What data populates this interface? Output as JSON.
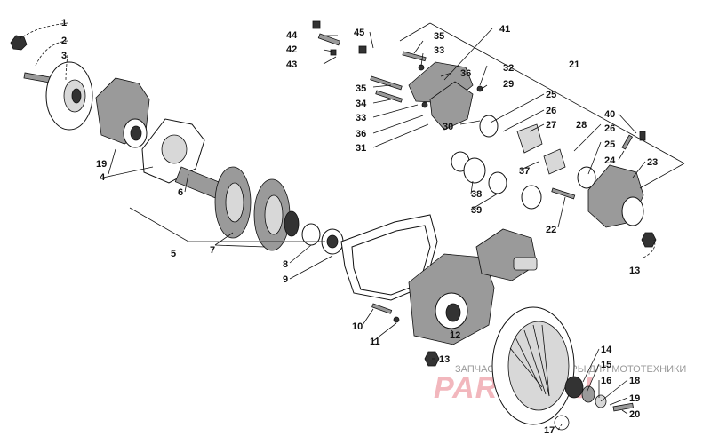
{
  "callouts": [
    {
      "id": "c1",
      "text": "1"
    },
    {
      "id": "c2",
      "text": "2"
    },
    {
      "id": "c3",
      "text": "3"
    },
    {
      "id": "c4",
      "text": "4"
    },
    {
      "id": "c5",
      "text": "5"
    },
    {
      "id": "c6",
      "text": "6"
    },
    {
      "id": "c7",
      "text": "7"
    },
    {
      "id": "c8",
      "text": "8"
    },
    {
      "id": "c9",
      "text": "9"
    },
    {
      "id": "c10",
      "text": "10"
    },
    {
      "id": "c11",
      "text": "11"
    },
    {
      "id": "c12",
      "text": "12"
    },
    {
      "id": "c13a",
      "text": "13"
    },
    {
      "id": "c13b",
      "text": "13"
    },
    {
      "id": "c14",
      "text": "14"
    },
    {
      "id": "c15",
      "text": "15"
    },
    {
      "id": "c16",
      "text": "16"
    },
    {
      "id": "c17",
      "text": "17"
    },
    {
      "id": "c18",
      "text": "18"
    },
    {
      "id": "c19a",
      "text": "19"
    },
    {
      "id": "c19b",
      "text": "19"
    },
    {
      "id": "c20",
      "text": "20"
    },
    {
      "id": "c21",
      "text": "21"
    },
    {
      "id": "c22",
      "text": "22"
    },
    {
      "id": "c23",
      "text": "23"
    },
    {
      "id": "c24",
      "text": "24"
    },
    {
      "id": "c25a",
      "text": "25"
    },
    {
      "id": "c25b",
      "text": "25"
    },
    {
      "id": "c26a",
      "text": "26"
    },
    {
      "id": "c26b",
      "text": "26"
    },
    {
      "id": "c27",
      "text": "27"
    },
    {
      "id": "c28",
      "text": "28"
    },
    {
      "id": "c29",
      "text": "29"
    },
    {
      "id": "c30",
      "text": "30"
    },
    {
      "id": "c31",
      "text": "31"
    },
    {
      "id": "c32",
      "text": "32"
    },
    {
      "id": "c33a",
      "text": "33"
    },
    {
      "id": "c33b",
      "text": "33"
    },
    {
      "id": "c34",
      "text": "34"
    },
    {
      "id": "c35a",
      "text": "35"
    },
    {
      "id": "c35b",
      "text": "35"
    },
    {
      "id": "c36a",
      "text": "36"
    },
    {
      "id": "c36b",
      "text": "36"
    },
    {
      "id": "c37",
      "text": "37"
    },
    {
      "id": "c38",
      "text": "38"
    },
    {
      "id": "c39",
      "text": "39"
    },
    {
      "id": "c40",
      "text": "40"
    },
    {
      "id": "c41",
      "text": "41"
    },
    {
      "id": "c42",
      "text": "42"
    },
    {
      "id": "c43",
      "text": "43"
    },
    {
      "id": "c44",
      "text": "44"
    },
    {
      "id": "c45",
      "text": "45"
    }
  ],
  "watermark": {
    "caption": "ЗАПЧАСТИ И АКСЕССУАРЫ ДЛЯ МОТОТЕХНИКИ",
    "brand": "PARTS.RU"
  },
  "colors": {
    "ink": "#111111",
    "watermark_red": "#f2b7bd",
    "watermark_grey": "#9a9a9a"
  }
}
